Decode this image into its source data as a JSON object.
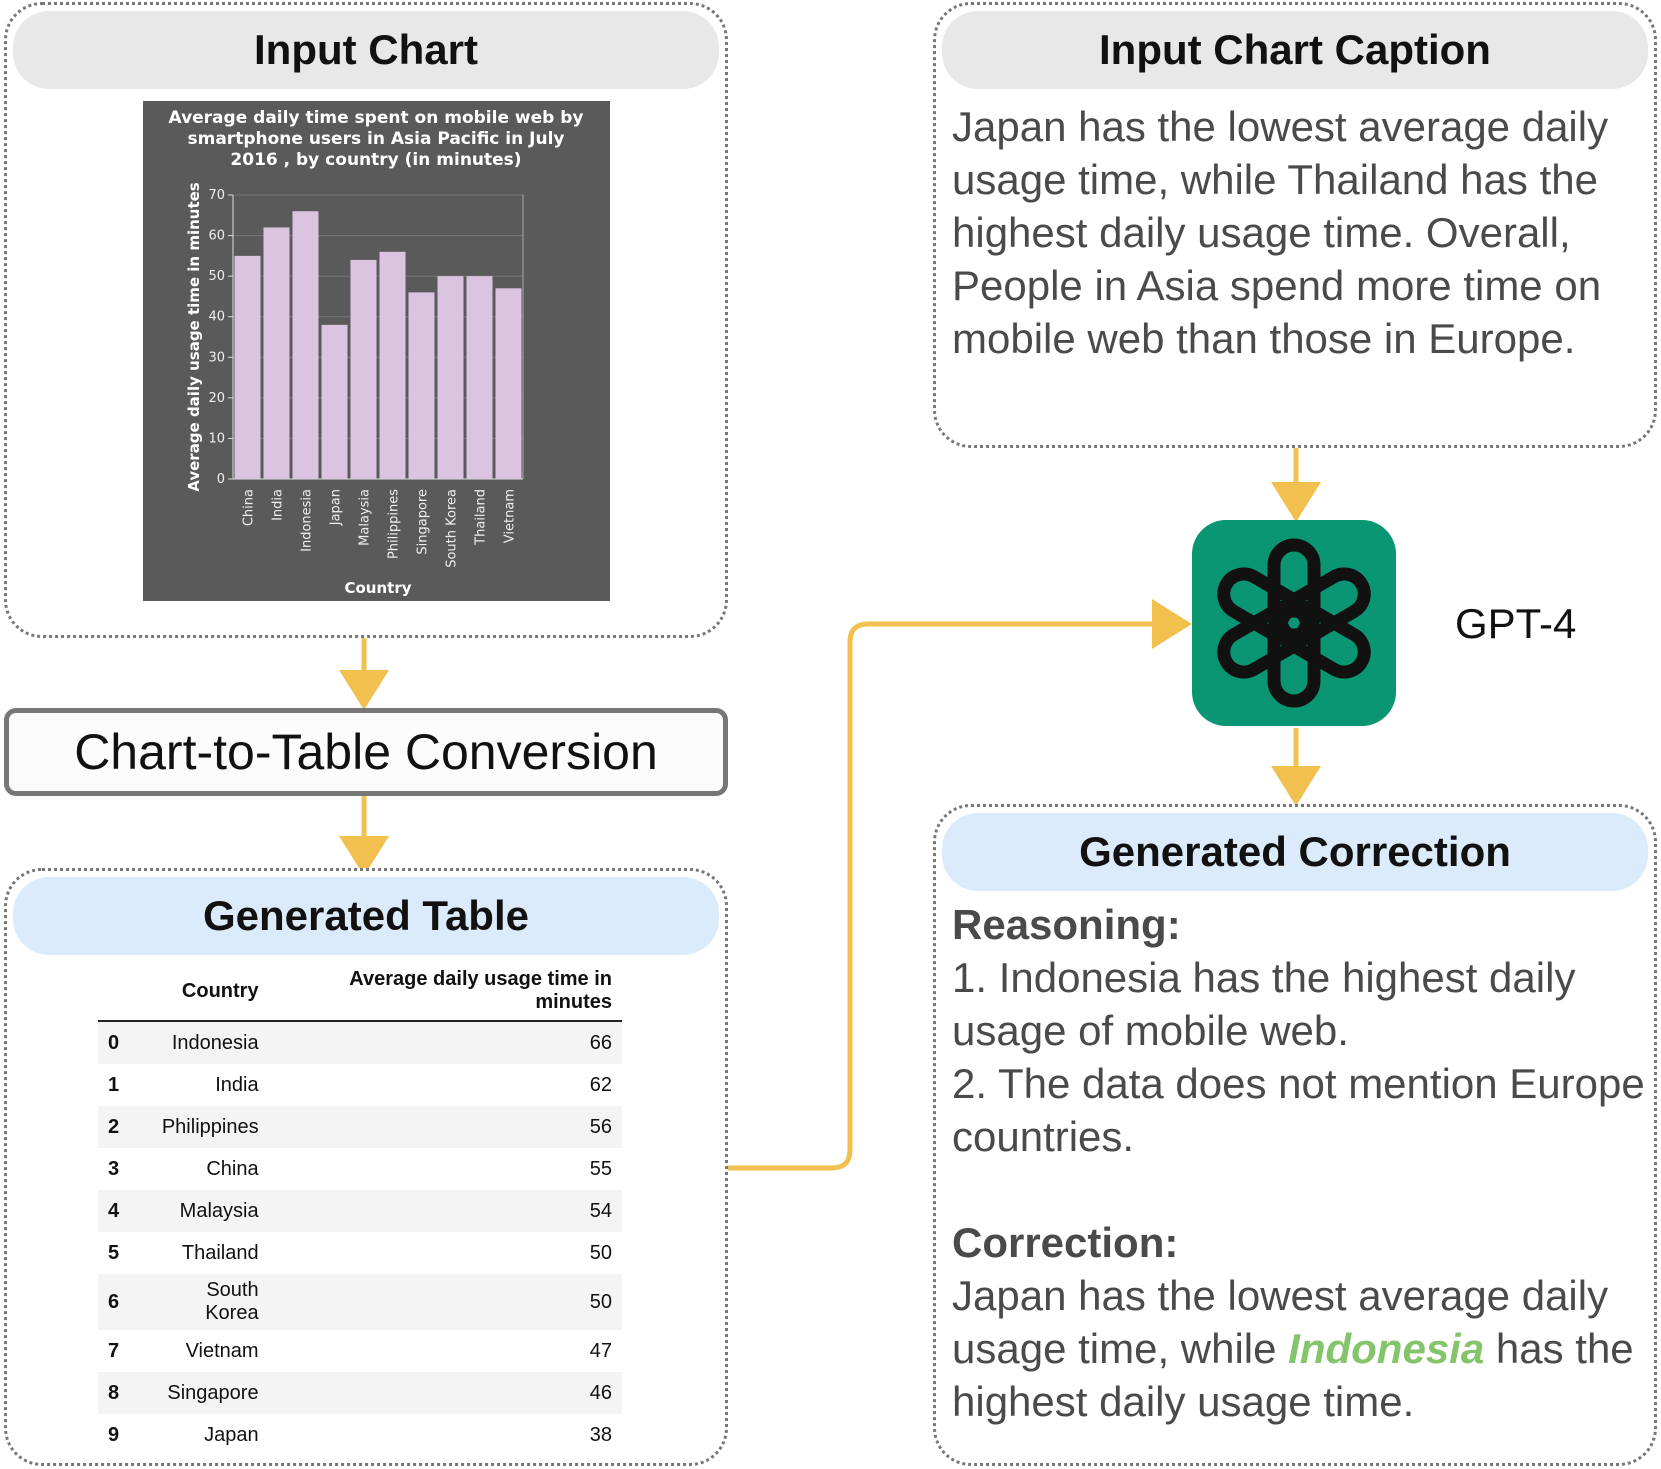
{
  "panels": {
    "input_chart": "Input Chart",
    "input_caption": "Input Chart Caption",
    "generated_table": "Generated Table",
    "generated_correction": "Generated Correction"
  },
  "conversion_label": "Chart-to-Table Conversion",
  "model_label": "GPT-4",
  "caption_text": "Japan has the lowest average daily usage time, while Thailand has the highest daily usage time. Overall, People in Asia spend more time on mobile web than those in Europe.",
  "correction": {
    "reasoning_heading": "Reasoning:",
    "reasoning_1": "1. Indonesia has the highest daily usage of mobile web.",
    "reasoning_2": "2. The data does not mention Europe countries.",
    "correction_heading": "Correction:",
    "correction_before": "Japan has the lowest average daily usage time, while ",
    "correction_highlight": "Indonesia",
    "correction_after": " has the highest daily usage time."
  },
  "table": {
    "columns": [
      "",
      "Country",
      "Average daily usage time in minutes"
    ],
    "rows": [
      [
        "0",
        "Indonesia",
        "66"
      ],
      [
        "1",
        "India",
        "62"
      ],
      [
        "2",
        "Philippines",
        "56"
      ],
      [
        "3",
        "China",
        "55"
      ],
      [
        "4",
        "Malaysia",
        "54"
      ],
      [
        "5",
        "Thailand",
        "50"
      ],
      [
        "6",
        "South Korea",
        "50"
      ],
      [
        "7",
        "Vietnam",
        "47"
      ],
      [
        "8",
        "Singapore",
        "46"
      ],
      [
        "9",
        "Japan",
        "38"
      ]
    ]
  },
  "colors": {
    "arrow": "#f2c04f",
    "bar": "#dac4e0",
    "chart_bg": "#5a5a5a",
    "gpt_bg": "#0a9673",
    "highlight": "#84c46a"
  },
  "chart_data": {
    "type": "bar",
    "title": "Average daily time spent on mobile web by smartphone users in Asia Pacific in July 2016 , by country (in minutes)",
    "xlabel": "Country",
    "ylabel": "Average daily usage time in minutes",
    "categories": [
      "China",
      "India",
      "Indonesia",
      "Japan",
      "Malaysia",
      "Philippines",
      "Singapore",
      "South Korea",
      "Thailand",
      "Vietnam"
    ],
    "values": [
      55,
      62,
      66,
      38,
      54,
      56,
      46,
      50,
      50,
      47
    ],
    "yticks": [
      "0",
      "10",
      "20",
      "30",
      "40",
      "50",
      "60",
      "70"
    ],
    "ylim": [
      0,
      70
    ],
    "grid": true
  }
}
